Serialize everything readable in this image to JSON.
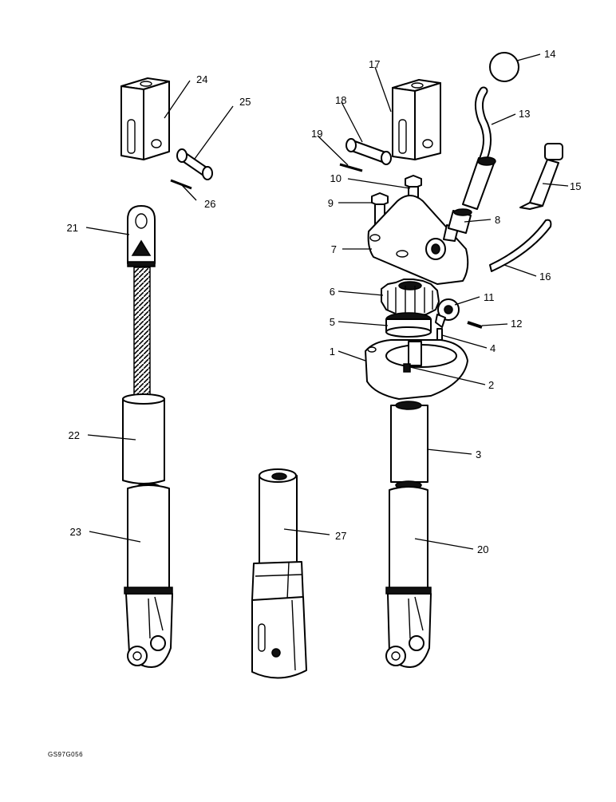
{
  "diagram": {
    "code": "GS97G056",
    "callouts": [
      "1",
      "2",
      "3",
      "4",
      "5",
      "6",
      "7",
      "8",
      "9",
      "10",
      "11",
      "12",
      "13",
      "14",
      "15",
      "16",
      "17",
      "18",
      "19",
      "20",
      "21",
      "22",
      "23",
      "24",
      "25",
      "26",
      "27"
    ]
  }
}
